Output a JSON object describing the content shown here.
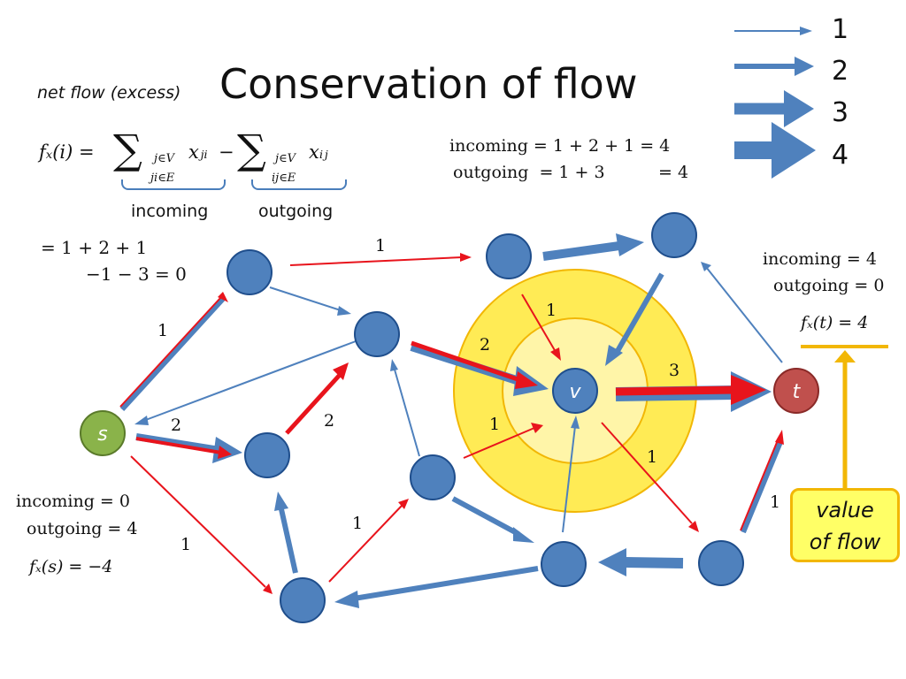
{
  "title": "Conservation of flow",
  "net_flow_label": "net flow (excess)",
  "formula": {
    "lhs": "fₓ(i) =",
    "sum_symbol": "∑",
    "sum1_sup": "j∈V",
    "sum1_sub": "ji∈E",
    "sum1_term": "xⱼᵢ",
    "minus": "−",
    "sum2_sup": "j∈V",
    "sum2_sub": "ij∈E",
    "sum2_term": "xᵢⱼ",
    "incoming_label": "incoming",
    "outgoing_label": "outgoing"
  },
  "example_i": {
    "line1": "= 1 + 2 + 1",
    "line2": "−1 − 3 = 0"
  },
  "example_v": {
    "incoming": "incoming  = 1 + 2 + 1 = 4",
    "outgoing": "outgoing  = 1 + 3          = 4"
  },
  "example_t": {
    "incoming": "incoming  = 4",
    "outgoing": "outgoing  = 0",
    "fx": "fₓ(t) = 4"
  },
  "example_s": {
    "incoming": "incoming  = 0",
    "outgoing": "outgoing = 4",
    "fx": "fₓ(s) = −4"
  },
  "legend": [
    {
      "label": "1",
      "flow": 1
    },
    {
      "label": "2",
      "flow": 2
    },
    {
      "label": "3",
      "flow": 3
    },
    {
      "label": "4",
      "flow": 4
    }
  ],
  "value_of_flow": {
    "line1": "value",
    "line2": "of flow"
  },
  "nodes": {
    "s": {
      "label": "s",
      "color": "#8ab34a"
    },
    "t": {
      "label": "t",
      "color": "#c0504d"
    },
    "v": {
      "label": "v",
      "color": "#4f81bd"
    }
  },
  "edge_labels": [
    "1",
    "1",
    "2",
    "2",
    "1",
    "2",
    "3",
    "1",
    "1",
    "1",
    "1",
    "1"
  ],
  "colors": {
    "node": "#4f81bd",
    "node_stroke": "#1f4e8c",
    "edge_blue": "#4f81bd",
    "edge_red": "#e8141c",
    "circle_outer": "#ffeb55",
    "circle_inner": "#fff5a8",
    "circle_stroke": "#f2b705"
  }
}
